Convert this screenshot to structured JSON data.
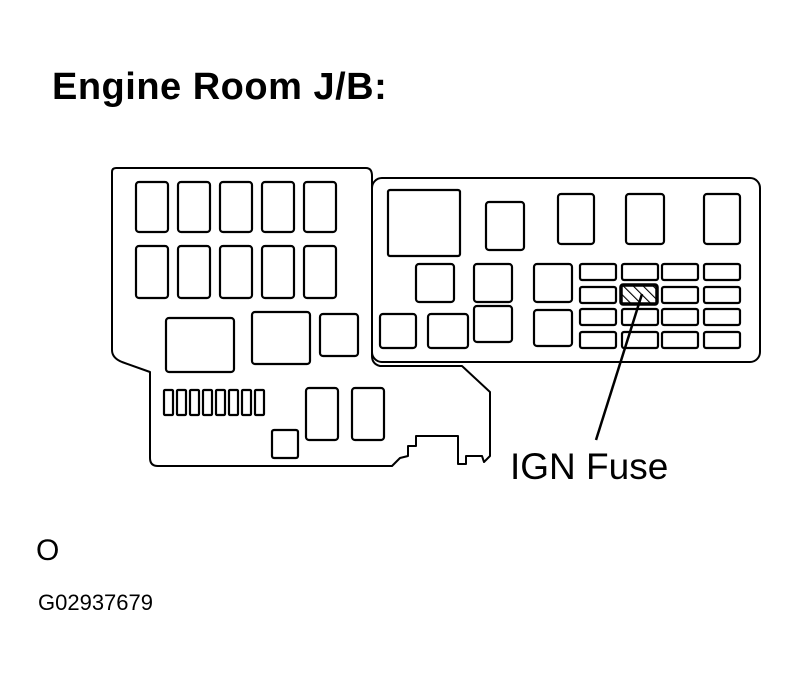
{
  "title": "Engine Room J/B:",
  "callout": {
    "label": "IGN Fuse"
  },
  "view_mark": "O",
  "figure_code": "G02937679",
  "colors": {
    "line": "#000000",
    "background": "#ffffff"
  }
}
